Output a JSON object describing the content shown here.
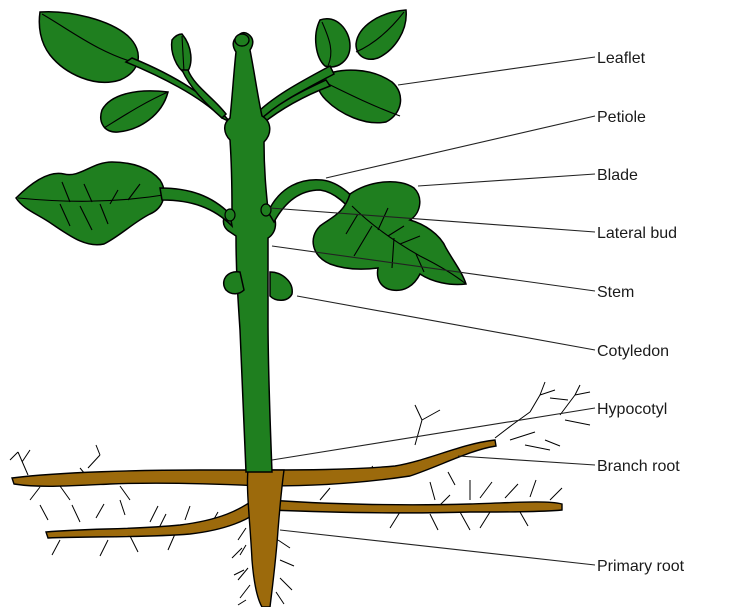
{
  "labels": {
    "leaflet": "Leaflet",
    "petiole": "Petiole",
    "blade": "Blade",
    "lateral_bud": "Lateral bud",
    "stem": "Stem",
    "cotyledon": "Cotyledon",
    "hypocotyl": "Hypocotyl",
    "branch_root": "Branch root",
    "primary_root": "Primary root"
  },
  "colors": {
    "leaf_green": "#1f7f1f",
    "root_brown": "#9c6a0c",
    "outline": "#000000"
  }
}
